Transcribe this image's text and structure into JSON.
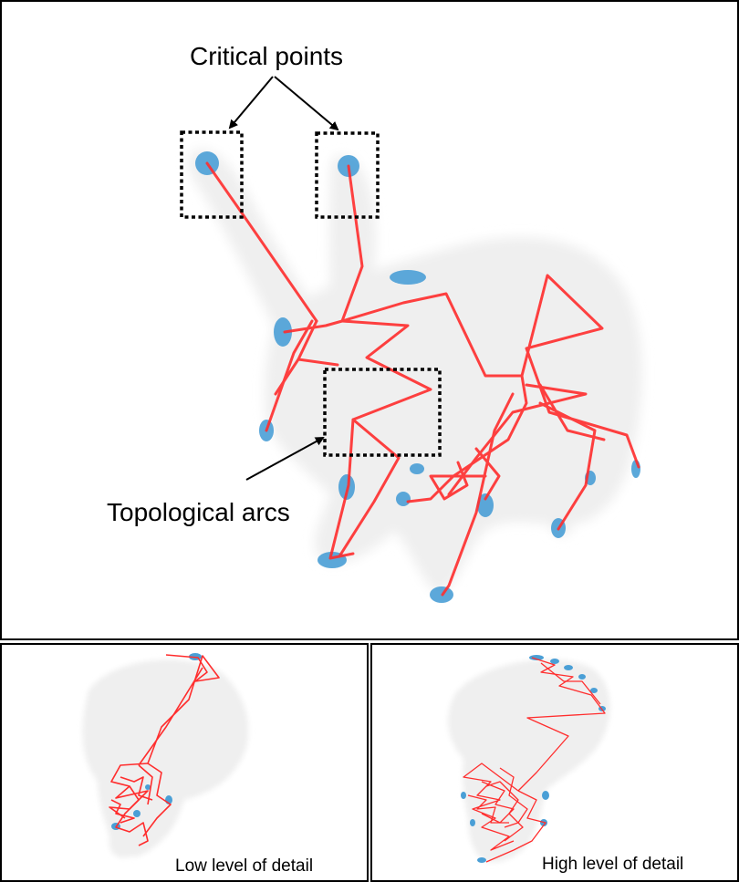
{
  "labels": {
    "critical_points": "Critical points",
    "topological_arcs": "Topological arcs",
    "low_detail": "Low level of detail",
    "high_detail": "High level of detail"
  },
  "colors": {
    "shape": "#efefef",
    "arc": "#ff2d2d",
    "critical_point": "#4a9fd6",
    "outline": "#000000"
  }
}
